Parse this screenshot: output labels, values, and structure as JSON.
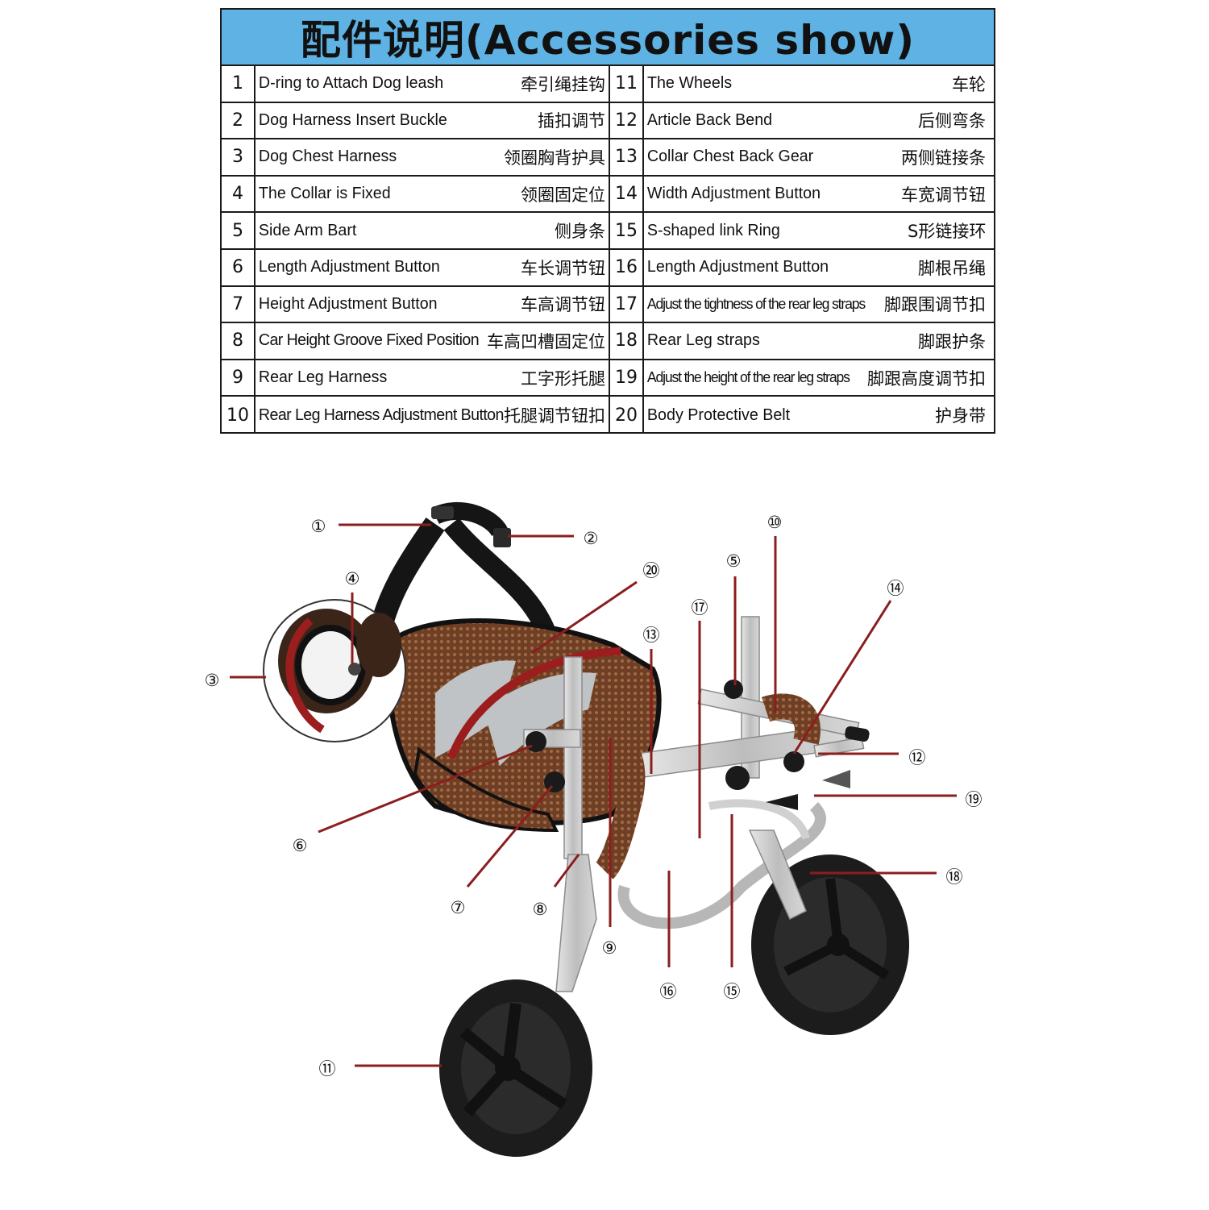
{
  "title": "配件说明(Accessories show)",
  "accessories": [
    {
      "num": "1",
      "en": "D-ring to Attach Dog leash",
      "zh": "牵引绳挂钩"
    },
    {
      "num": "2",
      "en": "Dog Harness Insert Buckle",
      "zh": "插扣调节"
    },
    {
      "num": "3",
      "en": "Dog Chest Harness",
      "zh": "领圈胸背护具"
    },
    {
      "num": "4",
      "en": "The Collar is Fixed",
      "zh": "领圈固定位"
    },
    {
      "num": "5",
      "en": "Side Arm Bart",
      "zh": "侧身条"
    },
    {
      "num": "6",
      "en": "Length Adjustment Button",
      "zh": "车长调节钮"
    },
    {
      "num": "7",
      "en": "Height Adjustment Button",
      "zh": "车高调节钮"
    },
    {
      "num": "8",
      "en": "Car Height Groove Fixed Position",
      "zh": "车高凹槽固定位"
    },
    {
      "num": "9",
      "en": "Rear Leg Harness",
      "zh": "工字形托腿"
    },
    {
      "num": "10",
      "en": "Rear Leg Harness Adjustment Button",
      "zh": "托腿调节钮扣"
    },
    {
      "num": "11",
      "en": "The Wheels",
      "zh": "车轮"
    },
    {
      "num": "12",
      "en": "Article Back Bend",
      "zh": "后侧弯条"
    },
    {
      "num": "13",
      "en": "Collar Chest Back Gear",
      "zh": "两侧链接条"
    },
    {
      "num": "14",
      "en": "Width Adjustment Button",
      "zh": "车宽调节钮"
    },
    {
      "num": "15",
      "en": "S-shaped link Ring",
      "zh": "S形链接环"
    },
    {
      "num": "16",
      "en": "Length Adjustment Button",
      "zh": "脚根吊绳"
    },
    {
      "num": "17",
      "en": "Adjust the tightness of the rear leg straps",
      "zh": "脚跟围调节扣"
    },
    {
      "num": "18",
      "en": "Rear Leg straps",
      "zh": "脚跟护条"
    },
    {
      "num": "19",
      "en": "Adjust the height of the rear leg straps",
      "zh": "脚跟高度调节扣"
    },
    {
      "num": "20",
      "en": "Body Protective Belt",
      "zh": "护身带"
    }
  ],
  "callouts": [
    "①",
    "②",
    "③",
    "④",
    "⑤",
    "⑥",
    "⑦",
    "⑧",
    "⑨",
    "⑩",
    "⑪",
    "⑫",
    "⑬",
    "⑭",
    "⑮",
    "⑯",
    "⑰",
    "⑱",
    "⑲",
    "⑳"
  ],
  "colors": {
    "header_bg": "#5fb3e4",
    "leader": "#8b1e1e",
    "mesh": "#7a4a2e",
    "frame": "#c9c9c9",
    "tire": "#1c1c1c"
  }
}
